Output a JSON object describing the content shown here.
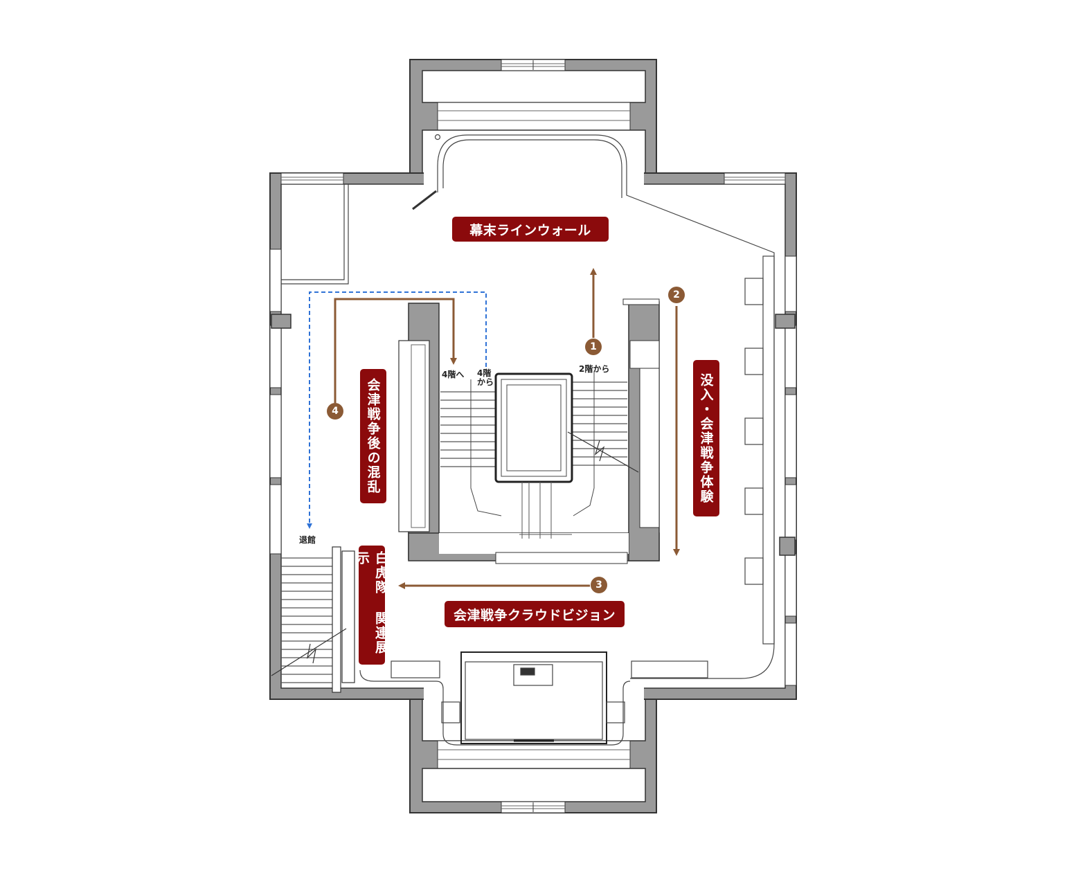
{
  "labels": {
    "bakumatsu_line_wall": "幕末ラインウォール",
    "immersion_experience": "没入・会津戦争体験",
    "after_war_confusion": "会津戦争後の混乱",
    "cloud_vision": "会津戦争クラウドビジョン",
    "byakkotai_exhibit": "白虎隊 関連展示"
  },
  "route": {
    "step1": "1",
    "step2": "2",
    "step3": "3",
    "step4": "4"
  },
  "stairs": {
    "from_2f": "2階から",
    "to_4f": "4階へ",
    "from_4f_line1": "4階",
    "from_4f_line2": "から",
    "exit": "退館"
  },
  "colors": {
    "label_bg": "#8b0a0c",
    "route_arrow": "#8b5a35",
    "exit_dashed": "#2f72d6",
    "wall_fill": "#9a9a9a",
    "wall_stroke": "#333333"
  }
}
